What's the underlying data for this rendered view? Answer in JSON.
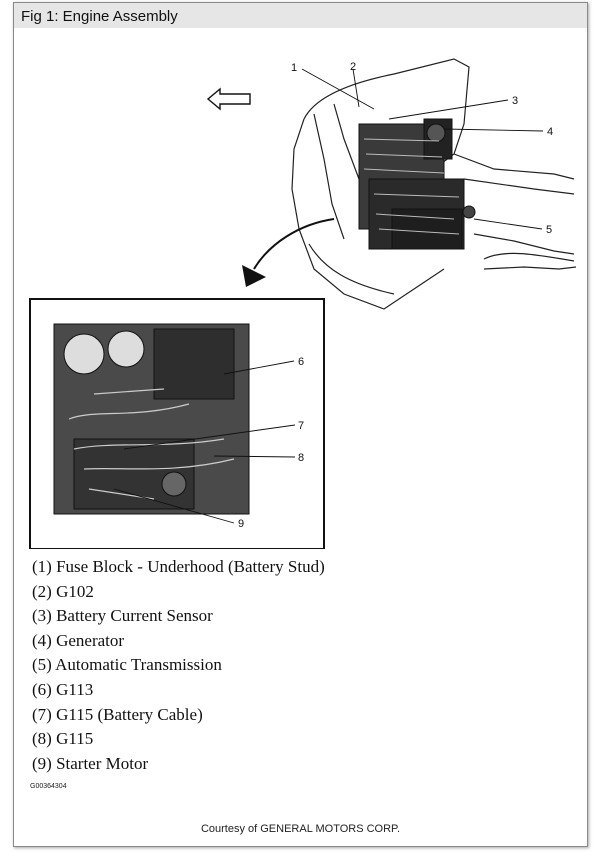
{
  "title": "Fig 1: Engine Assembly",
  "callouts": [
    "1",
    "2",
    "3",
    "4",
    "5",
    "6",
    "7",
    "8",
    "9"
  ],
  "legend": [
    "(1) Fuse Block - Underhood (Battery Stud)",
    "(2) G102",
    "(3) Battery Current Sensor",
    "(4) Generator",
    "(5) Automatic Transmission",
    "(6) G113",
    "(7) G115 (Battery Cable)",
    "(8) G115",
    "(9) Starter Motor"
  ],
  "figure_id": "G00364304",
  "courtesy": "Courtesy of GENERAL MOTORS CORP."
}
